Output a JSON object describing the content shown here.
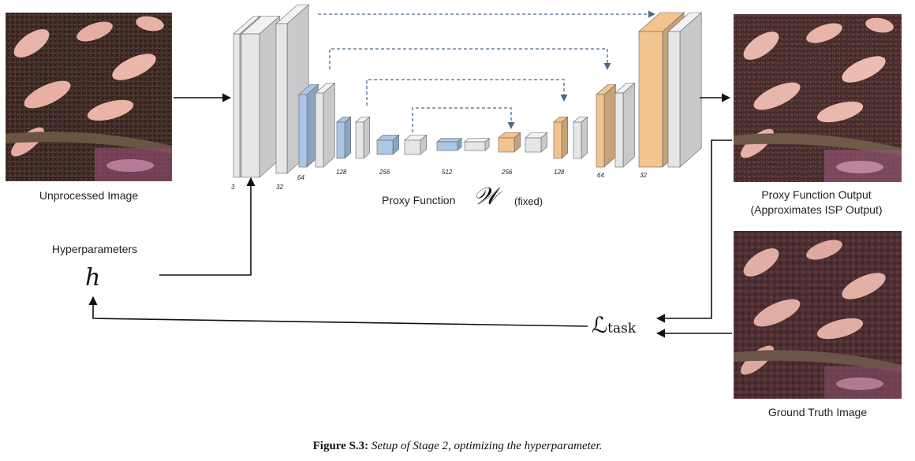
{
  "labels": {
    "unprocessed": "Unprocessed Image",
    "proxy_output_line1": "Proxy Function Output",
    "proxy_output_line2": "(Approximates ISP Output)",
    "ground_truth": "Ground Truth Image",
    "hyperparameters": "Hyperparameters",
    "proxy_function": "Proxy Function",
    "proxy_symbol": "𝒲",
    "fixed": "(fixed)",
    "h_symbol": "h",
    "loss_main": "ℒ",
    "loss_sub": "task"
  },
  "channels": [
    "3",
    "32",
    "64",
    "128",
    "256",
    "512",
    "256",
    "128",
    "64",
    "32"
  ],
  "caption": {
    "figure": "Figure S.3:",
    "text": "Setup of Stage 2, optimizing the hyperparameter."
  },
  "colors": {
    "encoder": "#a9c8e8",
    "decoder": "#f4c48f",
    "neutral": "#e6e6e6",
    "skip": "#4a6a8a"
  }
}
